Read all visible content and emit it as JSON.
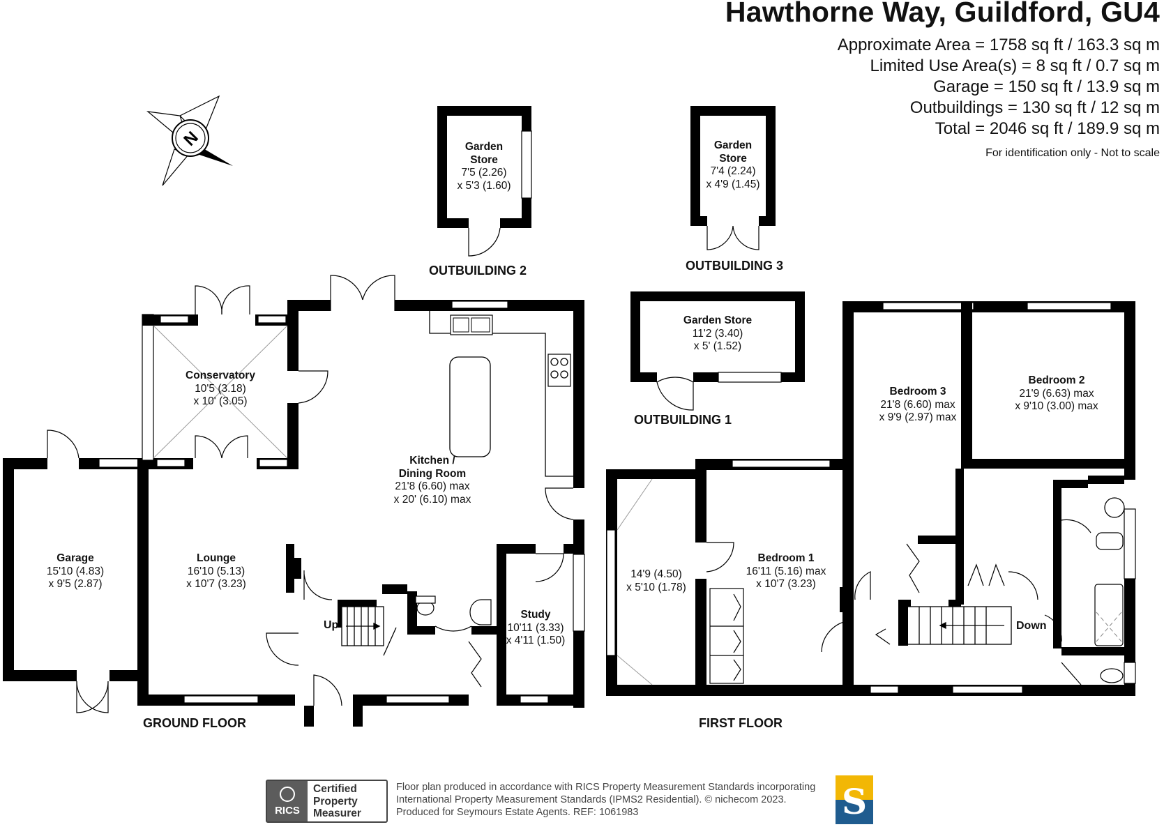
{
  "header": {
    "title": "Hawthorne Way, Guildford, GU4",
    "areas": [
      "Approximate Area = 1758 sq ft / 163.3 sq m",
      "Limited Use Area(s) = 8 sq ft / 0.7 sq m",
      "Garage = 150 sq ft / 13.9 sq m",
      "Outbuildings = 130 sq ft / 12 sq m",
      "Total = 2046 sq ft / 189.9 sq m"
    ],
    "disclaimer": "For identification only - Not to scale"
  },
  "compass": {
    "label": "N",
    "icon": "north-compass-icon"
  },
  "floors": {
    "ground": "GROUND FLOOR",
    "first": "FIRST FLOOR"
  },
  "outbuildings": {
    "ob1": "OUTBUILDING 1",
    "ob2": "OUTBUILDING 2",
    "ob3": "OUTBUILDING 3"
  },
  "rooms": {
    "garden_store_2": {
      "name": "Garden Store",
      "dim1": "7'5 (2.26)",
      "dim2": "x 5'3 (1.60)"
    },
    "garden_store_3": {
      "name": "Garden Store",
      "dim1": "7'4 (2.24)",
      "dim2": "x 4'9 (1.45)"
    },
    "garden_store_1": {
      "name": "Garden Store",
      "dim1": "11'2 (3.40)",
      "dim2": "x 5' (1.52)"
    },
    "conservatory": {
      "name": "Conservatory",
      "dim1": "10'5 (3.18)",
      "dim2": "x 10' (3.05)"
    },
    "kitchen": {
      "name1": "Kitchen /",
      "name2": "Dining Room",
      "dim1": "21'8 (6.60) max",
      "dim2": "x 20' (6.10) max"
    },
    "garage": {
      "name": "Garage",
      "dim1": "15'10 (4.83)",
      "dim2": "x 9'5 (2.87)"
    },
    "lounge": {
      "name": "Lounge",
      "dim1": "16'10 (5.13)",
      "dim2": "x 10'7 (3.23)"
    },
    "study": {
      "name": "Study",
      "dim1": "10'11 (3.33)",
      "dim2": "x 4'11 (1.50)"
    },
    "bedroom_3": {
      "name": "Bedroom 3",
      "dim1": "21'8 (6.60) max",
      "dim2": "x 9'9 (2.97) max"
    },
    "bedroom_2": {
      "name": "Bedroom 2",
      "dim1": "21'9 (6.63) max",
      "dim2": "x 9'10 (3.00) max"
    },
    "bedroom_1": {
      "name": "Bedroom 1",
      "dim1": "16'11 (5.16) max",
      "dim2": "x 10'7 (3.23)"
    },
    "limited_room": {
      "dim1": "14'9 (4.50)",
      "dim2": "x 5'10 (1.78)"
    }
  },
  "stairs": {
    "up": "Up",
    "down": "Down"
  },
  "footer": {
    "badge_brand": "RICS",
    "badge_lines": [
      "Certified",
      "Property",
      "Measurer"
    ],
    "text_lines": [
      "Floor plan produced in accordance with RICS Property Measurement Standards incorporating",
      "International Property Measurement Standards (IPMS2 Residential).  © nichecom 2023.",
      "Produced for Seymours Estate Agents.  REF:  1061983"
    ],
    "agent_logo_letter": "S",
    "agent_colors": {
      "top": "#f2b705",
      "bottom": "#1f5c8f"
    }
  }
}
